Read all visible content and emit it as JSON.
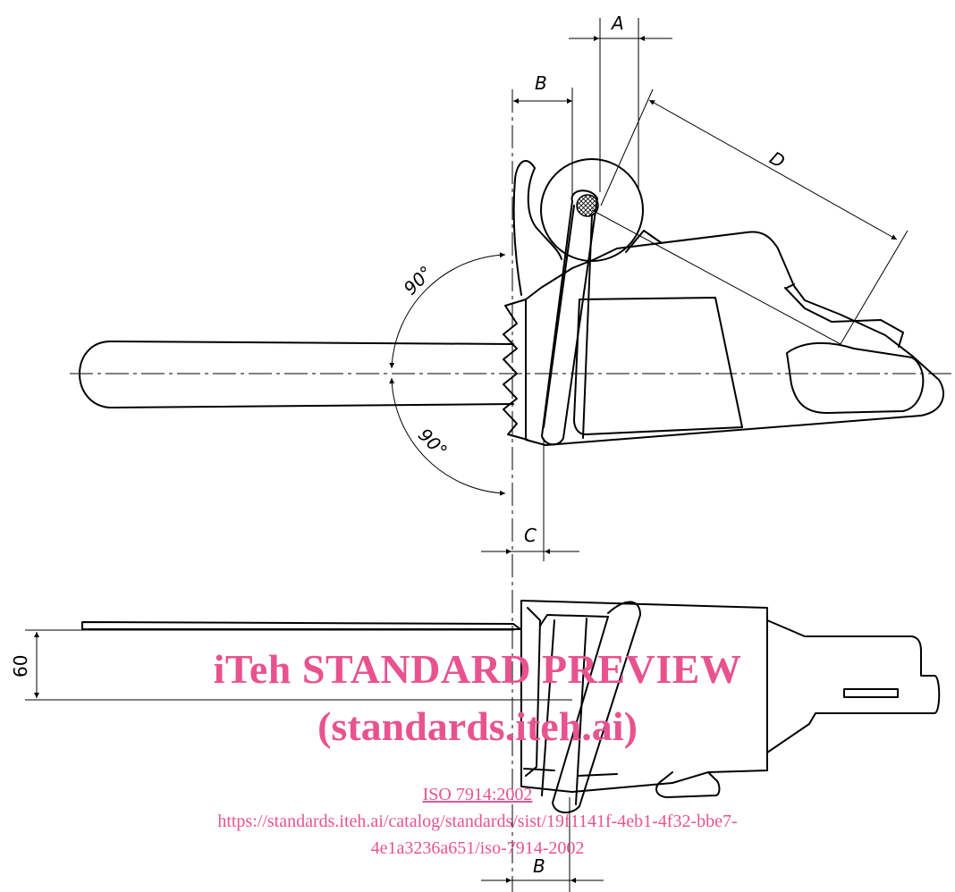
{
  "labels": {
    "dim_a": "A",
    "dim_b_top": "B",
    "dim_b_bottom": "B",
    "dim_c": "C",
    "dim_d": "D",
    "angle_upper": "90°",
    "angle_lower": "90°",
    "dim_60": "60"
  },
  "watermark": {
    "title": "iTeh STANDARD PREVIEW",
    "subtitle": "(standards.iteh.ai)",
    "standard_link": "ISO 7914:2002",
    "url_line1": "https://standards.iteh.ai/catalog/standards/sist/19f1141f-4eb1-4f32-bbe7-",
    "url_line2": "4e1a3236a651/iso-7914-2002"
  },
  "colors": {
    "linework": "#000000",
    "watermark": "#e8538f"
  }
}
